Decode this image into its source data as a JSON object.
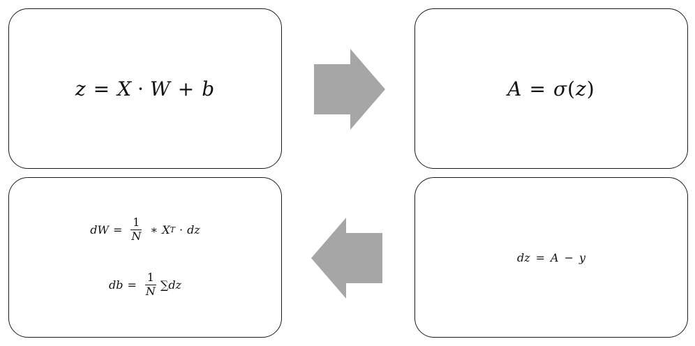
{
  "diagram": {
    "forward_linear": {
      "lhs": "z",
      "eq": "=",
      "x": "X",
      "dot": "·",
      "w": "W",
      "plus": "+",
      "b": "b"
    },
    "activation": {
      "lhs": "A",
      "eq": "=",
      "sigma": "σ",
      "lparen": "(",
      "z": "z",
      "rparen": ")"
    },
    "error": {
      "lhs": "dz",
      "eq": "=",
      "a": "A",
      "minus": "−",
      "y": "y"
    },
    "gradients": {
      "dw": {
        "lhs": "dW",
        "eq": "=",
        "frac_num": "1",
        "frac_den": "N",
        "times": "∗",
        "x": "X",
        "sup": "T",
        "dot": "·",
        "dz": "dz"
      },
      "db": {
        "lhs": "db",
        "eq": "=",
        "frac_num": "1",
        "frac_den": "N",
        "sum": "∑",
        "dz": "dz"
      }
    },
    "colors": {
      "arrow": "#a6a6a6",
      "box_border": "#1a1a1a"
    }
  }
}
